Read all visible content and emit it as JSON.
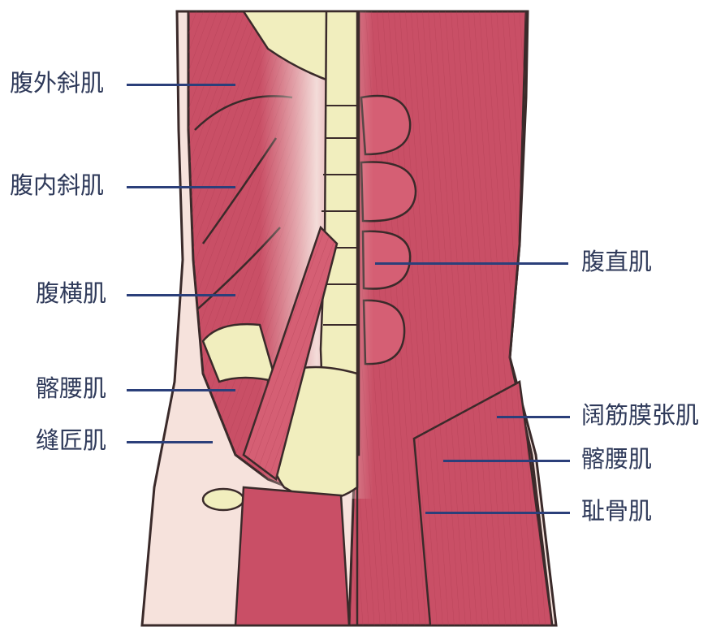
{
  "diagram": {
    "labels_left": [
      {
        "id": "external-oblique",
        "text": "腹外斜肌"
      },
      {
        "id": "internal-oblique",
        "text": "腹内斜肌"
      },
      {
        "id": "transversus",
        "text": "腹横肌"
      },
      {
        "id": "iliopsoas-left",
        "text": "髂腰肌"
      },
      {
        "id": "sartorius",
        "text": "缝匠肌"
      }
    ],
    "labels_right": [
      {
        "id": "rectus",
        "text": "腹直肌"
      },
      {
        "id": "tensor-fasciae",
        "text": "阔筋膜张肌"
      },
      {
        "id": "iliopsoas-right",
        "text": "髂腰肌"
      },
      {
        "id": "pectineus",
        "text": "耻骨肌"
      }
    ],
    "colors": {
      "muscle": "#c94f66",
      "muscle_light": "#e27f8c",
      "muscle_dark": "#9c2f45",
      "bone": "#f1eebe",
      "skin": "#f6e2dc",
      "outline": "#3a2a2a",
      "leader": "#2b3f7a",
      "text": "#2f3a5a"
    }
  }
}
